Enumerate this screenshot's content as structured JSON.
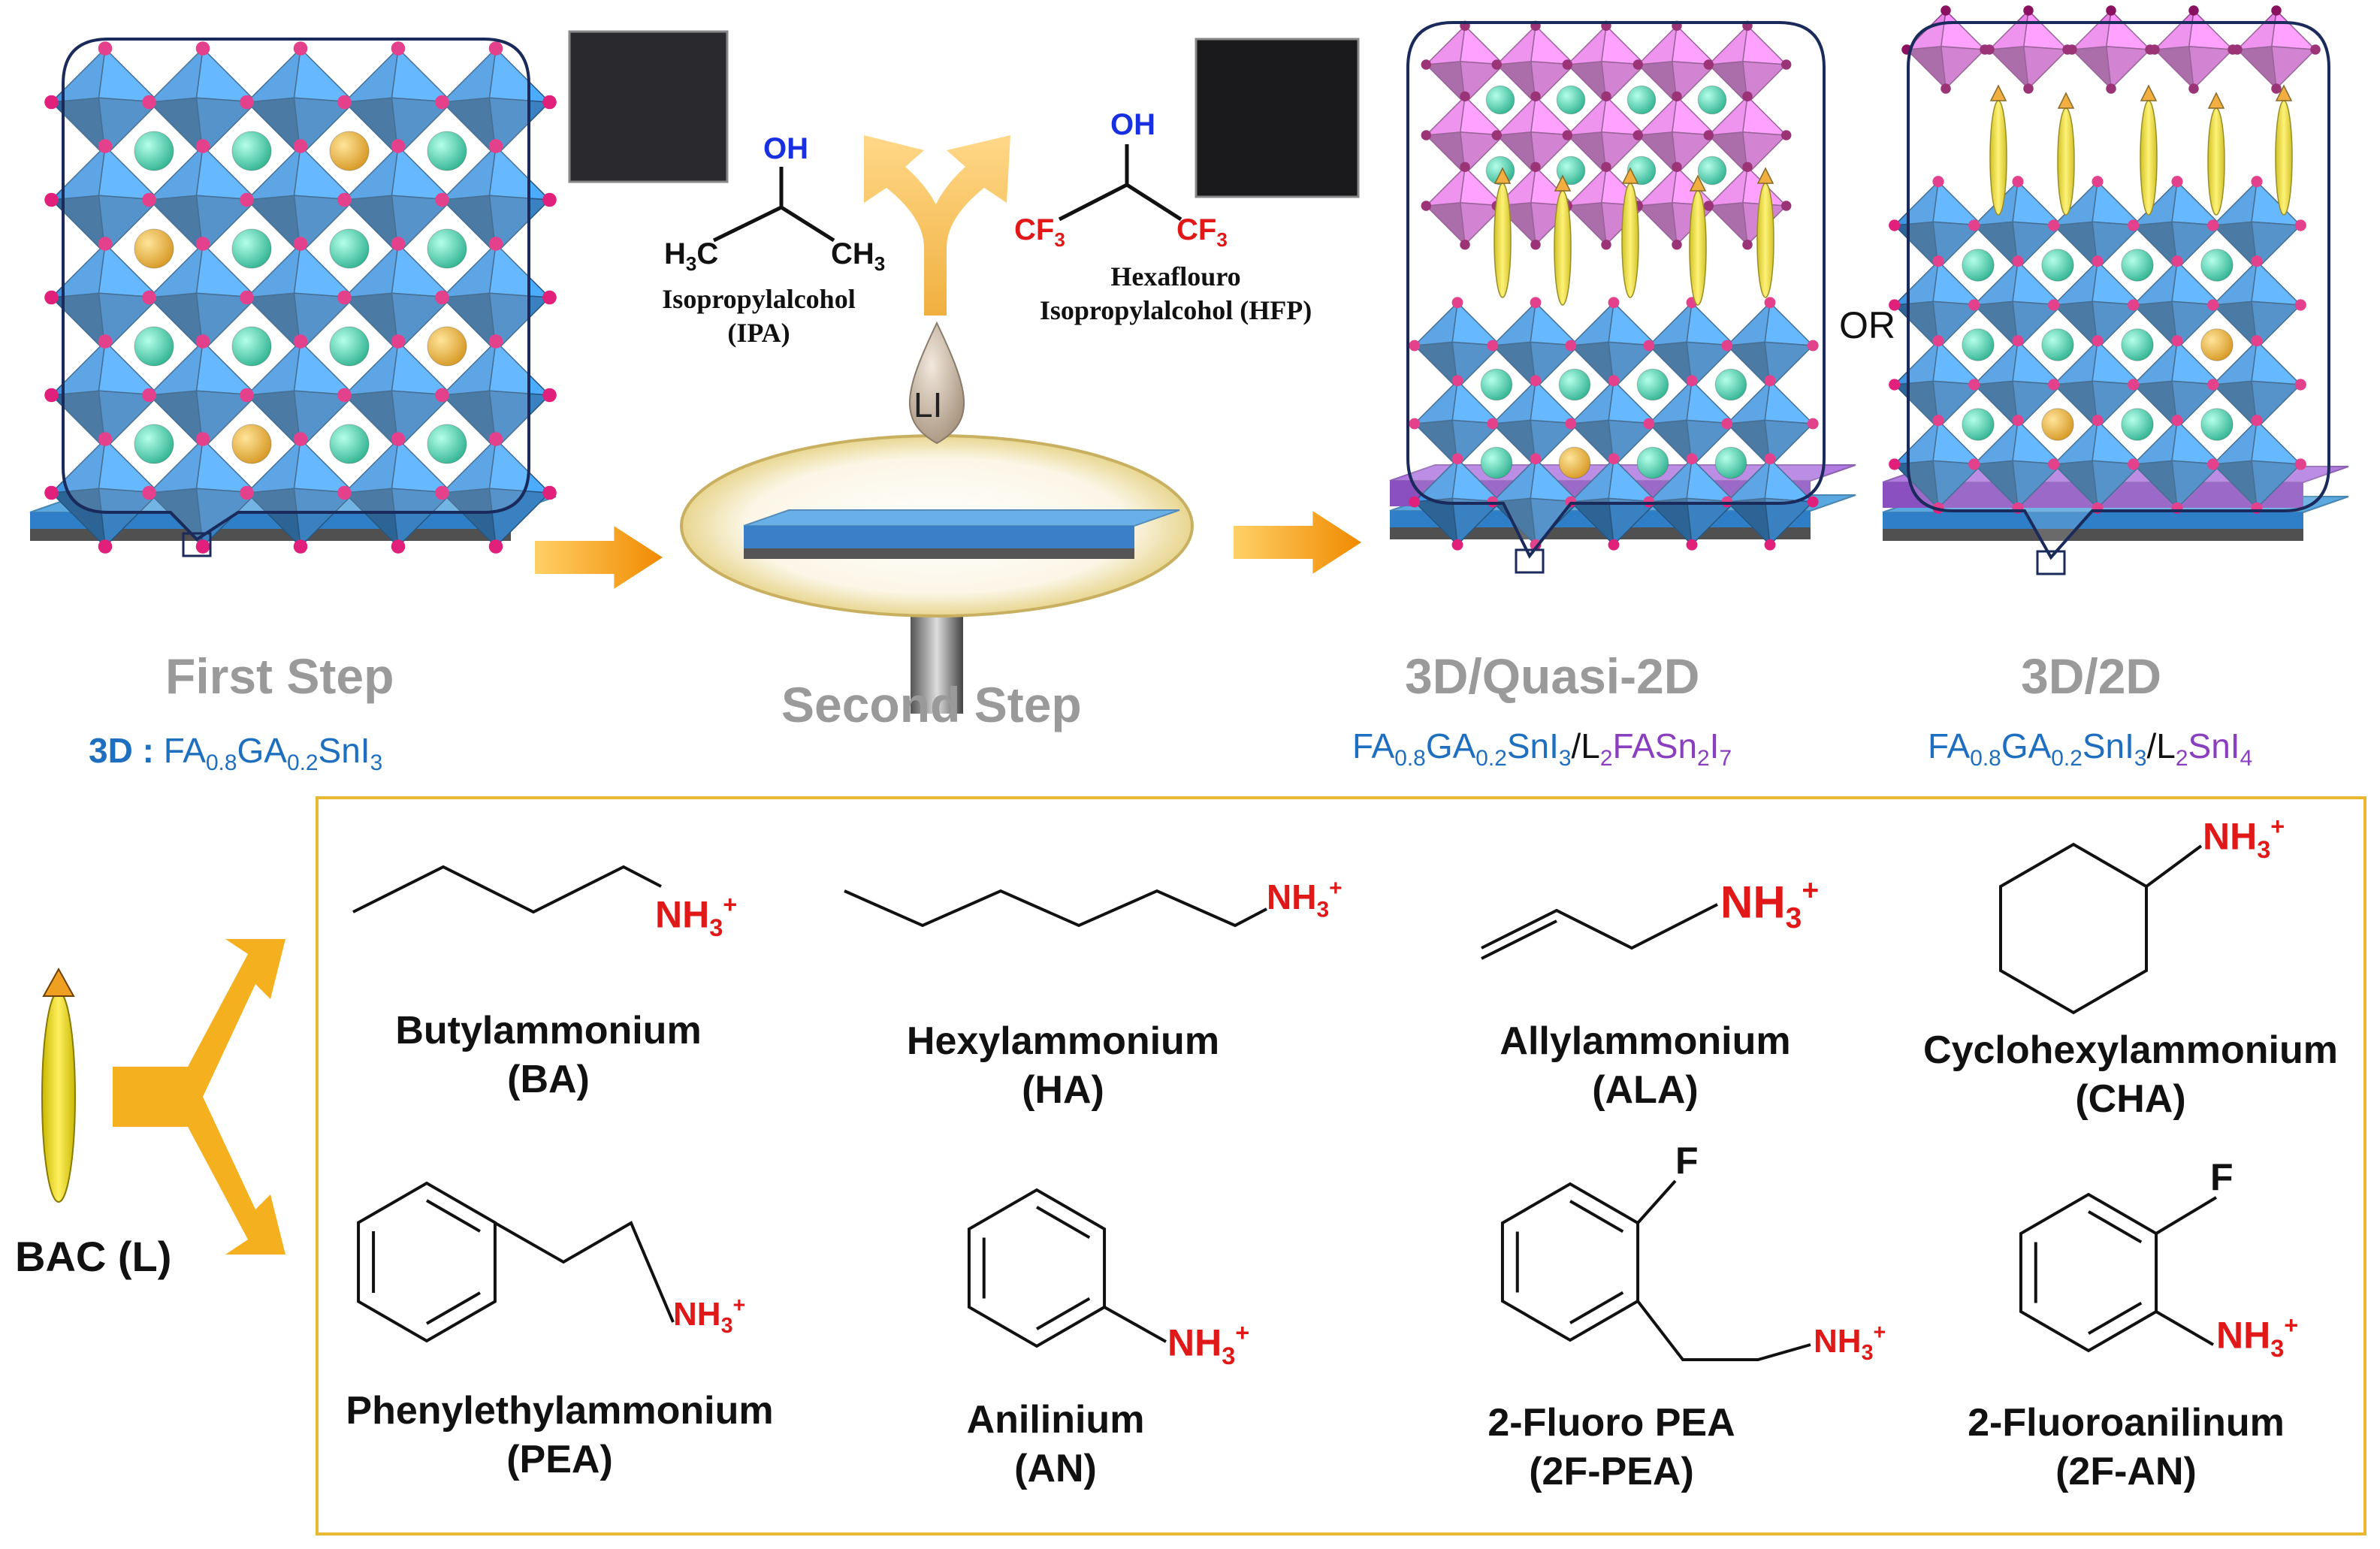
{
  "steps": {
    "first": "First Step",
    "first_formula_prefix": "3D :",
    "first_formula": [
      "FA",
      "0.8",
      "GA",
      "0.2",
      "SnI",
      "3"
    ],
    "second": "Second Step",
    "quasi": "3D/Quasi-2D",
    "quasi_formula_a": [
      "FA",
      "0.8",
      "GA",
      "0.2",
      "SnI",
      "3"
    ],
    "quasi_formula_b": [
      "L",
      "2",
      "FASn",
      "2",
      "I",
      "7"
    ],
    "twod": "3D/2D",
    "twod_formula_a": [
      "FA",
      "0.8",
      "GA",
      "0.2",
      "SnI",
      "3"
    ],
    "twod_formula_b": [
      "L",
      "2",
      "SnI",
      "4"
    ],
    "or": "OR",
    "drop_label": "LI"
  },
  "solvents": {
    "ipa": {
      "oh": "OH",
      "left": [
        "H",
        "3",
        "C"
      ],
      "right": [
        "CH",
        "3"
      ],
      "name1": "Isopropylalcohol",
      "name2": "(IPA)"
    },
    "hfp": {
      "oh": "OH",
      "left": [
        "CF",
        "3"
      ],
      "right": [
        "CF",
        "3"
      ],
      "name1": "Hexaflouro",
      "name2": "Isopropylalcohol (HFP)"
    }
  },
  "bac_label": "BAC (L)",
  "cations": [
    {
      "name": "Butylammonium",
      "abbr": "(BA)"
    },
    {
      "name": "Hexylammonium",
      "abbr": "(HA)"
    },
    {
      "name": "Allylammonium",
      "abbr": "(ALA)"
    },
    {
      "name": "Cyclohexylammonium",
      "abbr": "(CHA)"
    },
    {
      "name": "Phenylethylammonium",
      "abbr": "(PEA)"
    },
    {
      "name": "Anilinium",
      "abbr": "(AN)"
    },
    {
      "name": "2-Fluoro PEA",
      "abbr": "(2F-PEA)"
    },
    {
      "name": "2-Fluoroanilinum",
      "abbr": "(2F-AN)"
    }
  ],
  "ammonium": [
    "NH",
    "3",
    "+"
  ],
  "fluorine": "F",
  "colors": {
    "octahedron": "#3f8fd6",
    "iodide": "#e0207a",
    "fa_cation": "#20c8a0",
    "ga_cation": "#f0a800",
    "twod_octahedron": "#e07ae0",
    "spacer": "#f0e000",
    "arrow": "#f7b42c",
    "box_border": "#e8b830",
    "substrate": "#5aa8e0"
  }
}
